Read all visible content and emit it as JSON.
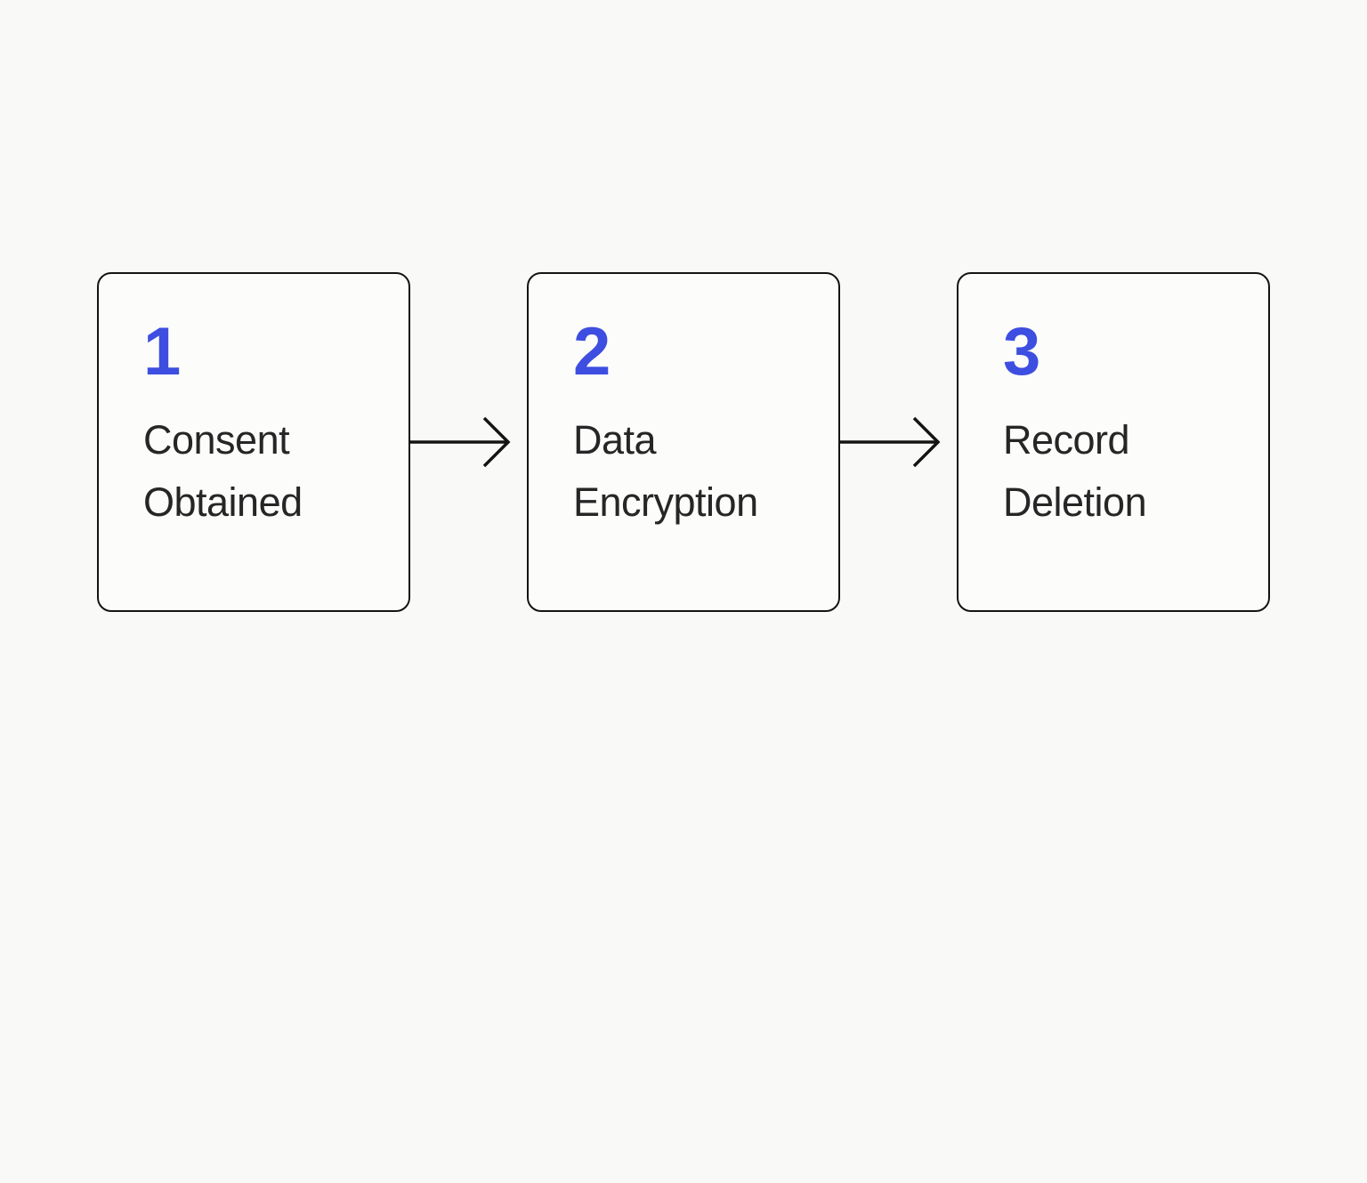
{
  "diagram": {
    "title": "data-lifecycle-flow",
    "steps": [
      {
        "number": "1",
        "label": "Consent Obtained"
      },
      {
        "number": "2",
        "label": "Data Encryption"
      },
      {
        "number": "3",
        "label": "Record Deletion"
      }
    ],
    "connectors": [
      {
        "icon": "arrow-right-icon",
        "from": "1",
        "to": "2"
      },
      {
        "icon": "arrow-right-icon",
        "from": "2",
        "to": "3"
      }
    ],
    "colors": {
      "page_bg": "#f9f9f7",
      "box_fill": "#fcfcfb",
      "border": "#141414",
      "arrow": "#141414",
      "number": "#3d4ee0",
      "label": "#262626"
    }
  }
}
